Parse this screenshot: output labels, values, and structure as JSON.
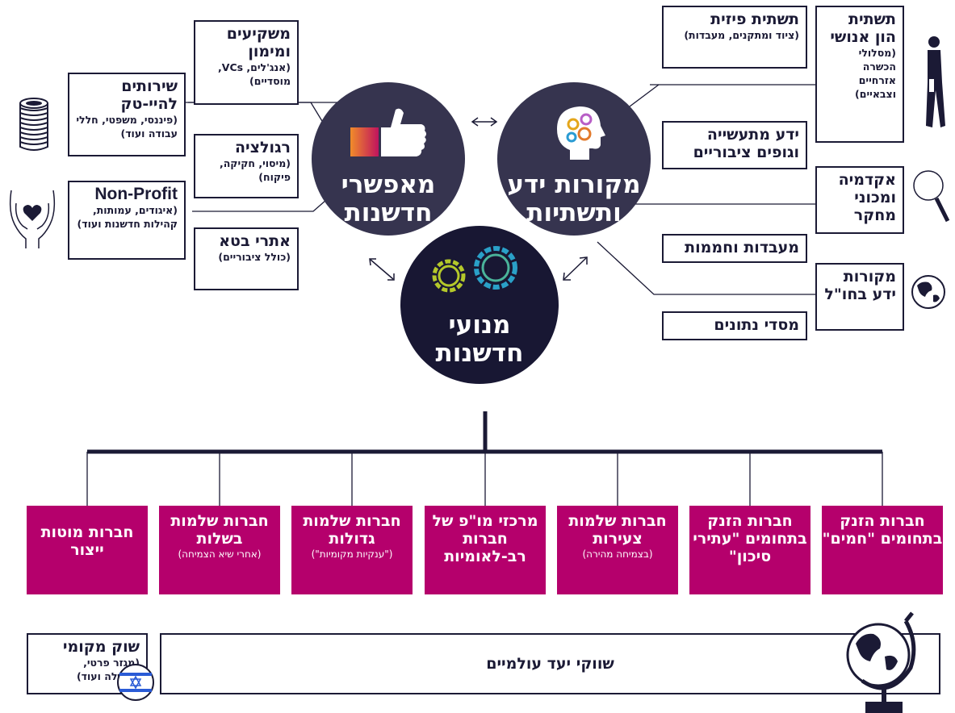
{
  "circles": {
    "enablers": "מאפשרי חדשנות",
    "sources": "מקורות ידע ותשתיות",
    "engines": "מנועי חדשנות"
  },
  "left_boxes": {
    "hitech_services": {
      "title": "שירותים להיי-טק",
      "sub": "(פיננסי, משפטי, חללי עבודה ועוד)"
    },
    "non_profit": {
      "title": "Non-Profit",
      "sub": "(איגודים, עמותות, קהילות חדשנות ועוד)"
    },
    "investors": {
      "title": "משקיעים ומימון",
      "sub": "(אנג'לים, VCs, מוסדיים)"
    },
    "regulation": {
      "title": "רגולציה",
      "sub": "(מיסוי, חקיקה, פיקוח)"
    },
    "beta_sites": {
      "title": "אתרי בטא",
      "sub": "(כולל ציבוריים)"
    }
  },
  "right_boxes": {
    "physical": {
      "title": "תשתית פיזית",
      "sub": "(ציוד ומתקנים, מעבדות)"
    },
    "human_capital": {
      "title": "תשתית הון אנושי",
      "sub": "(מסלולי הכשרה אזרחיים וצבאיים)"
    },
    "industry_knowledge": {
      "title": "ידע מתעשייה וגופים ציבוריים"
    },
    "academia": {
      "title": "אקדמיה ומכוני מחקר"
    },
    "labs": {
      "title": "מעבדות וחממות"
    },
    "foreign": {
      "title": "מקורות ידע בחו\"ל"
    },
    "datasets": {
      "title": "מסדי נתונים"
    }
  },
  "companies": [
    {
      "title": "חברות הזנק בתחומים \"חמים\"",
      "sub": ""
    },
    {
      "title": "חברות הזנק בתחומים \"עתירי סיכון\"",
      "sub": ""
    },
    {
      "title": "חברות שלמות צעירות",
      "sub": "(בצמיחה מהירה)"
    },
    {
      "title": "מרכזי מו\"פ של חברות רב-לאומיות",
      "sub": ""
    },
    {
      "title": "חברות שלמות גדולות",
      "sub": "(\"ענקיות מקומיות\")"
    },
    {
      "title": "חברות שלמות בשלות",
      "sub": "(אחרי שיא הצמיחה)"
    },
    {
      "title": "חברות מוטות ייצור",
      "sub": ""
    }
  ],
  "markets": {
    "local": {
      "title": "שוק מקומי",
      "sub": "(מגזר פרטי, ממשלה ועוד)"
    },
    "global": "שווקי יעד עולמיים"
  },
  "colors": {
    "navy": "#1b1a35",
    "circle_dark": "#36344f",
    "magenta": "#b5006c"
  }
}
